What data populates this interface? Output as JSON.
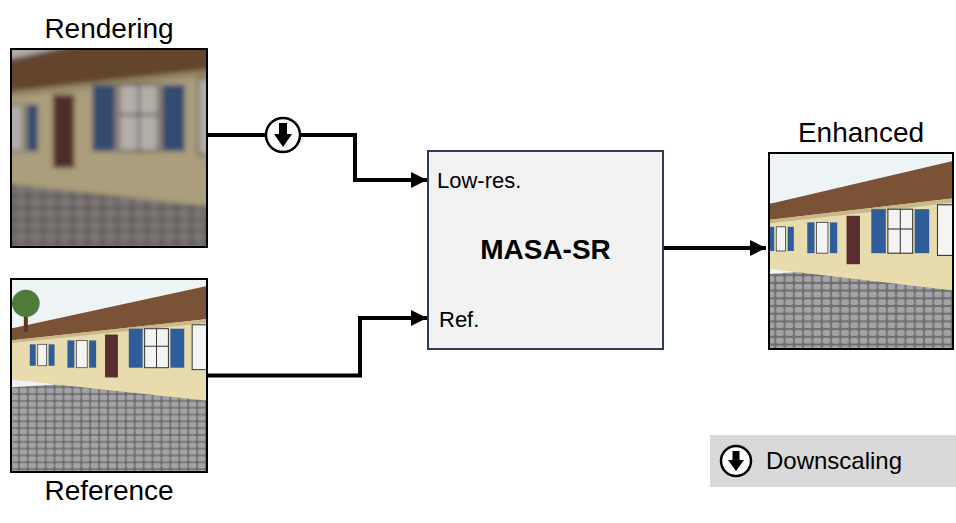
{
  "diagram": {
    "nodes": [
      {
        "text": [
          "Rendering"
        ]
      },
      {
        "text": [
          "Reference"
        ]
      },
      {
        "text": [
          "Low-res.",
          "MASA-SR",
          "Ref."
        ]
      },
      {
        "text": [
          "Enhanced"
        ]
      }
    ],
    "edges": [
      {
        "from": 0,
        "to": 2,
        "arrow": "to"
      },
      {
        "from": 1,
        "to": 2,
        "arrow": "to"
      },
      {
        "from": 2,
        "to": 3,
        "arrow": "to"
      }
    ],
    "legend": [
      {
        "text": "Downscaling"
      }
    ]
  }
}
